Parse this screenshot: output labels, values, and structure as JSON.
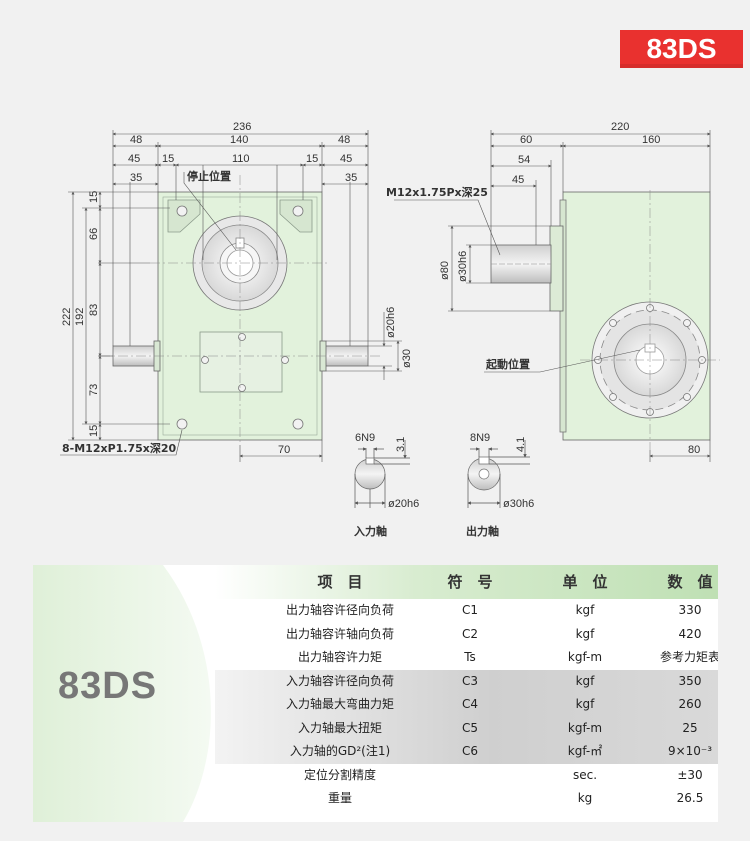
{
  "badge": "83DS",
  "drawing": {
    "front_dims": {
      "d236": "236",
      "d48a": "48",
      "d140": "140",
      "d48b": "48",
      "d45a": "45",
      "d15a": "15",
      "d110": "110",
      "d15b": "15",
      "d45b": "45",
      "d35a": "35",
      "d35b": "35",
      "v15a": "15",
      "v66": "66",
      "v222": "222",
      "v192": "192",
      "v83": "83",
      "v73": "73",
      "v15b": "15",
      "d70": "70",
      "phi20h6": "ø20h6",
      "phi30": "ø30"
    },
    "front_labels": {
      "stop_position": "停止位置",
      "thread": "8-M12xP1.75x深20"
    },
    "side_dims": {
      "d220": "220",
      "d60": "60",
      "d160": "160",
      "d54": "54",
      "d45": "45",
      "phi80": "ø80",
      "phi30h6": "ø30h6",
      "d80": "80"
    },
    "side_labels": {
      "thread": "M12x1.75Px深25",
      "start_position": "起動位置"
    },
    "input_shaft": {
      "key": "6N9",
      "depth": "3.1",
      "dia": "ø20h6",
      "caption": "入力軸"
    },
    "output_shaft": {
      "key": "8N9",
      "depth": "4.1",
      "dia": "ø30h6",
      "caption": "出力軸"
    }
  },
  "spec_table": {
    "model": "83DS",
    "headers": [
      "项　目",
      "符　号",
      "单　位",
      "数　值"
    ],
    "rows": [
      {
        "item": "出力轴容许径向负荷",
        "symbol": "C1",
        "unit": "kgf",
        "value": "330"
      },
      {
        "item": "出力轴容许轴向负荷",
        "symbol": "C2",
        "unit": "kgf",
        "value": "420"
      },
      {
        "item": "出力轴容许力矩",
        "symbol": "Ts",
        "unit": "kgf-m",
        "value": "参考力矩表"
      },
      {
        "item": "入力轴容许径向负荷",
        "symbol": "C3",
        "unit": "kgf",
        "value": "350"
      },
      {
        "item": "入力轴最大弯曲力矩",
        "symbol": "C4",
        "unit": "kgf",
        "value": "260"
      },
      {
        "item": "入力轴最大扭矩",
        "symbol": "C5",
        "unit": "kgf-m",
        "value": "25"
      },
      {
        "item": "入力轴的GD²(注1)",
        "symbol": "C6",
        "unit": "kgf-㎡",
        "value": "9×10⁻³"
      },
      {
        "item": "定位分割精度",
        "symbol": "",
        "unit": "sec.",
        "value": "±30"
      },
      {
        "item": "重量",
        "symbol": "",
        "unit": "kg",
        "value": "26.5"
      }
    ]
  },
  "colors": {
    "badge_red": "#e9312f",
    "body_green": "#e2f2dc",
    "line_gray": "#555555",
    "header_green": "#bfe0b4"
  }
}
